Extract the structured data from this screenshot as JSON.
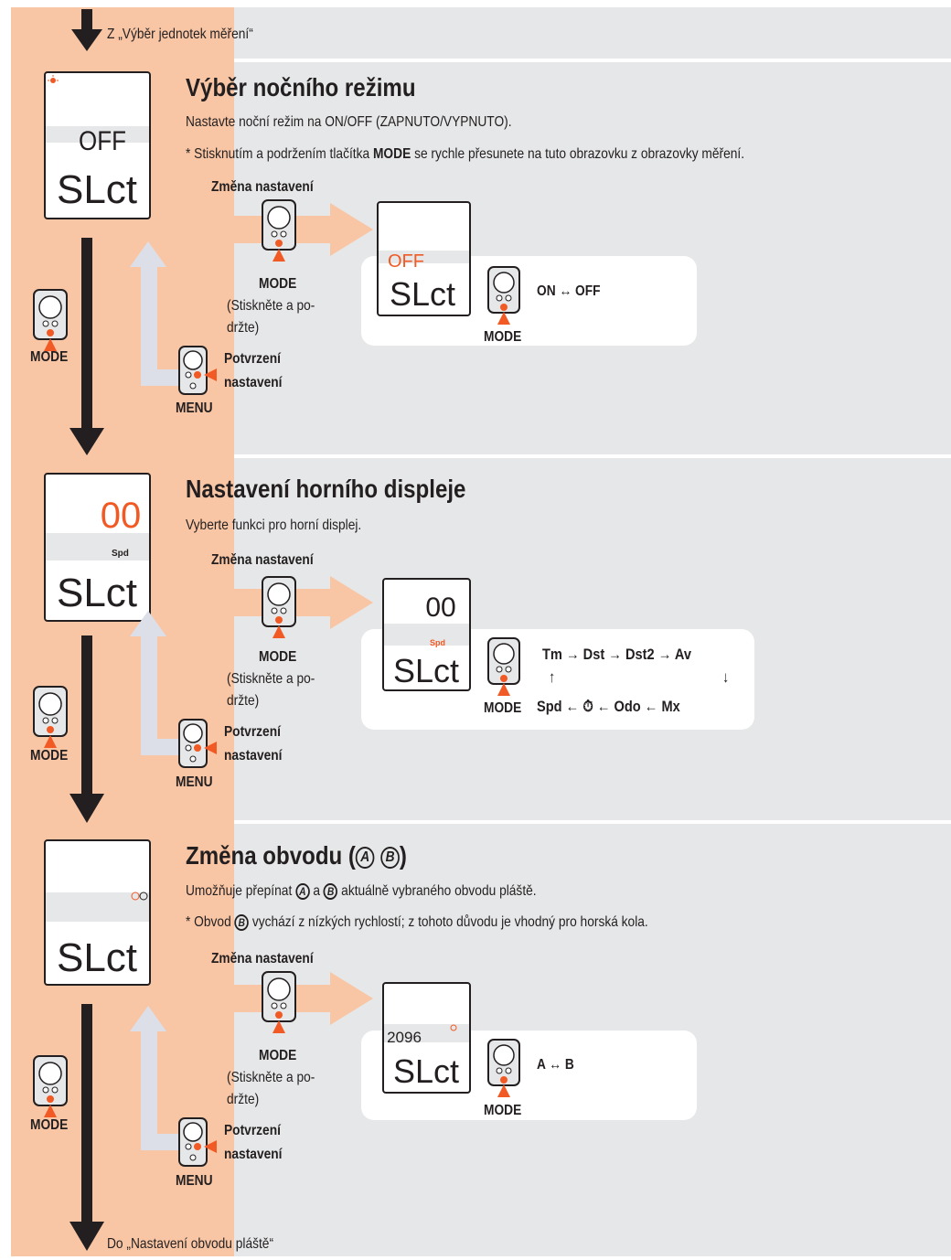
{
  "top_note": "Z „Výběr jednotek měření“",
  "bottom_note": "Do „Nastavení obvodu pláště“",
  "common": {
    "change_label": "Změna nastavení",
    "mode": "MODE",
    "menu": "MENU",
    "hold_line1": "(Stiskněte a po-",
    "hold_line2": "držte)",
    "confirm_line1": "Potvrzení",
    "confirm_line2": "nastavení",
    "slct": "SLct"
  },
  "section1": {
    "title": "Výběr nočního režimu",
    "desc": "Nastavte noční režim na ON/OFF (ZAPNUTO/VYPNUTO).",
    "note_prefix": "*  Stisknutím a podržením tlačítka ",
    "note_bold": "MODE",
    "note_suffix": " se rychle přesunete na tuto obrazovku z obrazovky měření.",
    "lcd_value": "OFF",
    "options": "ON ↔ OFF"
  },
  "section2": {
    "title": "Nastavení horního displeje",
    "desc": "Vyberte funkci pro horní displej.",
    "lcd_value": "00",
    "lcd_sub": "Spd",
    "cycle_row1": "Tm → Dst → Dst2 → Av",
    "cycle_up": "↑",
    "cycle_down": "↓",
    "cycle_row2": "Spd ← ⏱ ← Odo ← Mx"
  },
  "section3": {
    "title_prefix": "Změna obvodu (",
    "title_suffix": ")",
    "circle_a": "A",
    "circle_b": "B",
    "desc_prefix": "Umožňuje přepínat ",
    "desc_mid": " a ",
    "desc_suffix": " aktuálně vybraného obvodu pláště.",
    "note_prefix": "*  Obvod ",
    "note_suffix": " vychází z nízkých rychlostí; z tohoto důvodu je vhodný pro horská kola.",
    "lcd_value": "2096",
    "options": "A ↔ B"
  },
  "colors": {
    "peach": "#f9c6a5",
    "gray": "#e6e7e8",
    "accent": "#f15a24",
    "arrow_light": "#dcdfe8"
  }
}
